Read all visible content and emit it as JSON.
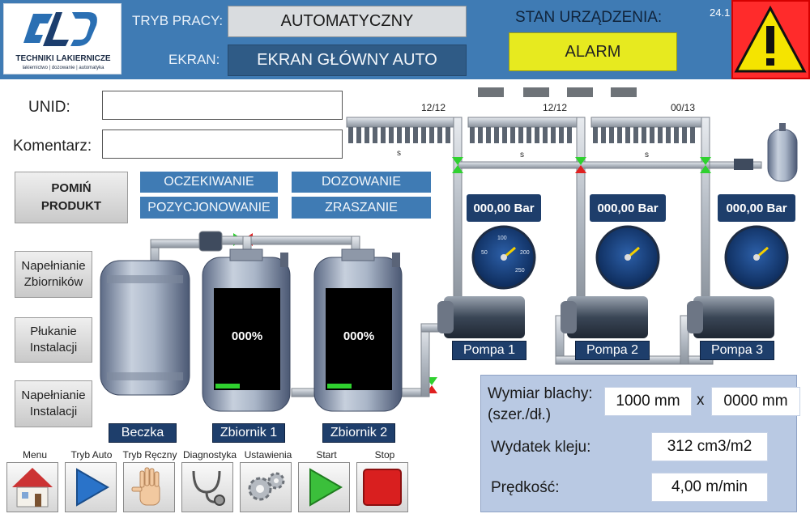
{
  "header": {
    "logo_brand": "TECHNIKI LAKIERNICZE",
    "logo_sub": "lakiernictwo | dozowanie | automatyka",
    "mode_label": "TRYB PRACY:",
    "mode_value": "AUTOMATYCZNY",
    "screen_label": "EKRAN:",
    "screen_value": "EKRAN GŁÓWNY AUTO",
    "state_label": "STAN URZĄDZENIA:",
    "state_value": "ALARM",
    "date_partial": "24.1",
    "state_color": "#e7ea1f",
    "alarm_color": "#ff2b2b"
  },
  "form": {
    "unid_label": "UNID:",
    "unid_value": "",
    "comment_label": "Komentarz:",
    "comment_value": ""
  },
  "buttons": {
    "skip_product": "POMIŃ PRODUKT",
    "fill_tanks": "Napełnianie Zbiorników",
    "rinse": "Płukanie Instalacji",
    "fill_install": "Napełnianie Instalacji"
  },
  "status_chips": {
    "waiting": "OCZEKIWANIE",
    "positioning": "POZYCJONOWANIE",
    "dosing": "DOZOWANIE",
    "spraying": "ZRASZANIE"
  },
  "counters": {
    "line1": "12/12",
    "line2": "12/12",
    "line3": "00/13",
    "unit": "s"
  },
  "pumps": [
    {
      "pressure": "000,00 Bar",
      "name": "Pompa 1"
    },
    {
      "pressure": "000,00 Bar",
      "name": "Pompa 2"
    },
    {
      "pressure": "000,00 Bar",
      "name": "Pompa 3"
    }
  ],
  "gauge_ticks": [
    "50",
    "100",
    "200",
    "250"
  ],
  "tanks": {
    "barrel": "Beczka",
    "tank1": "Zbiornik 1",
    "tank1_level": "000%",
    "tank2": "Zbiornik 2",
    "tank2_level": "000%"
  },
  "nav": [
    {
      "label": "Menu",
      "icon": "house-icon"
    },
    {
      "label": "Tryb Auto",
      "icon": "play-icon"
    },
    {
      "label": "Tryb Ręczny",
      "icon": "hand-icon"
    },
    {
      "label": "Diagnostyka",
      "icon": "stethoscope-icon"
    },
    {
      "label": "Ustawienia",
      "icon": "gears-icon"
    },
    {
      "label": "Start",
      "icon": "start-icon"
    },
    {
      "label": "Stop",
      "icon": "stop-icon"
    }
  ],
  "params": {
    "sheet_label_1": "Wymiar blachy:",
    "sheet_label_2": "(szer./dł.)",
    "sheet_width": "1000 mm",
    "times": "x",
    "sheet_length": "0000 mm",
    "glue_label": "Wydatek kleju:",
    "glue_value": "312 cm3/m2",
    "speed_label": "Prędkość:",
    "speed_value": "4,00 m/min"
  }
}
